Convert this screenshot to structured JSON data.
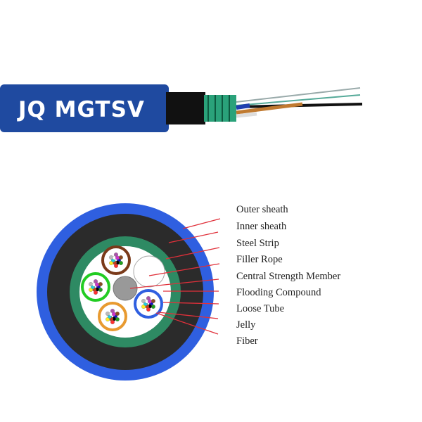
{
  "product": {
    "name": "JQ MGTSV"
  },
  "labels": [
    "Outer sheath",
    "Inner sheath",
    "Steel Strip",
    "Filler Rope",
    "Central Strength Member",
    "Flooding Compound",
    "Loose Tube",
    "Jelly",
    "Fiber"
  ],
  "colors": {
    "outer_sheath": "#2f5fe0",
    "inner_sheath": "#2b2b2b",
    "steel_strip": "#2e8a63",
    "leader_line": "#e0303a",
    "cable_jacket": "#1f4aa0"
  }
}
